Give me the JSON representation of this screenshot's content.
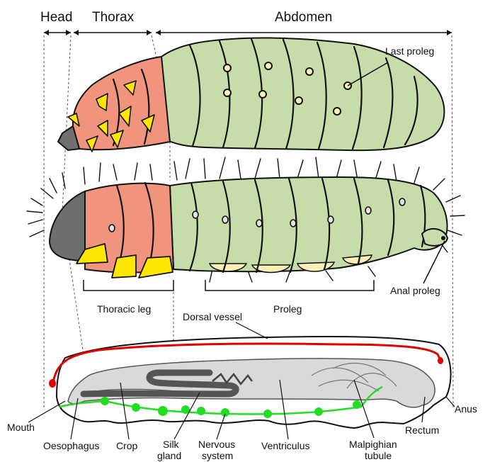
{
  "regions": {
    "head": "Head",
    "thorax": "Thorax",
    "abdomen": "Abdomen"
  },
  "labels": {
    "last_proleg": "Last proleg",
    "anal_proleg": "Anal proleg",
    "thoracic_leg": "Thoracic leg",
    "proleg": "Proleg",
    "dorsal_vessel": "Dorsal vessel",
    "mouth": "Mouth",
    "anus": "Anus",
    "rectum": "Rectum",
    "oesophagus": "Oesophagus",
    "crop": "Crop",
    "silk_gland_1": "Silk",
    "silk_gland_2": "gland",
    "nervous_system_1": "Nervous",
    "nervous_system_2": "system",
    "ventriculus": "Ventriculus",
    "malpighian_1": "Malpighian",
    "malpighian_2": "tubule"
  },
  "colors": {
    "thorax": "#f0947e",
    "abdomen": "#c6ddaa",
    "head": "#6b6b6b",
    "leg": "#ffe600",
    "proleg_pad": "#fbefb8",
    "gut": "#d9d9d9",
    "dorsal_vessel": "#e00000",
    "nerve": "#22dd22"
  }
}
